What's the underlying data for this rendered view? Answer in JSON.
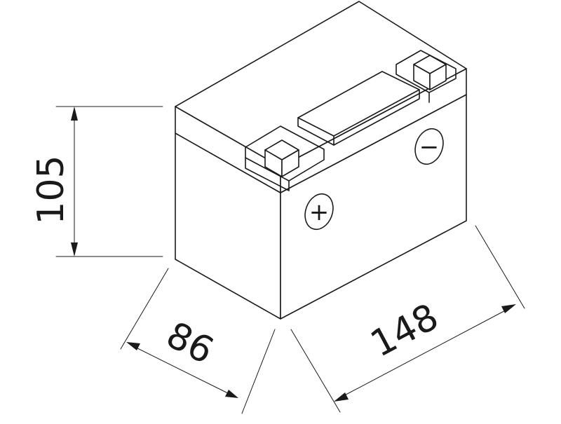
{
  "diagram": {
    "dimensions": {
      "height": "105",
      "depth": "86",
      "width": "148"
    },
    "terminals": {
      "positive_symbol": "+",
      "negative_symbol": "−"
    },
    "colors": {
      "line": "#1a1a1a",
      "fill": "#ffffff"
    }
  }
}
